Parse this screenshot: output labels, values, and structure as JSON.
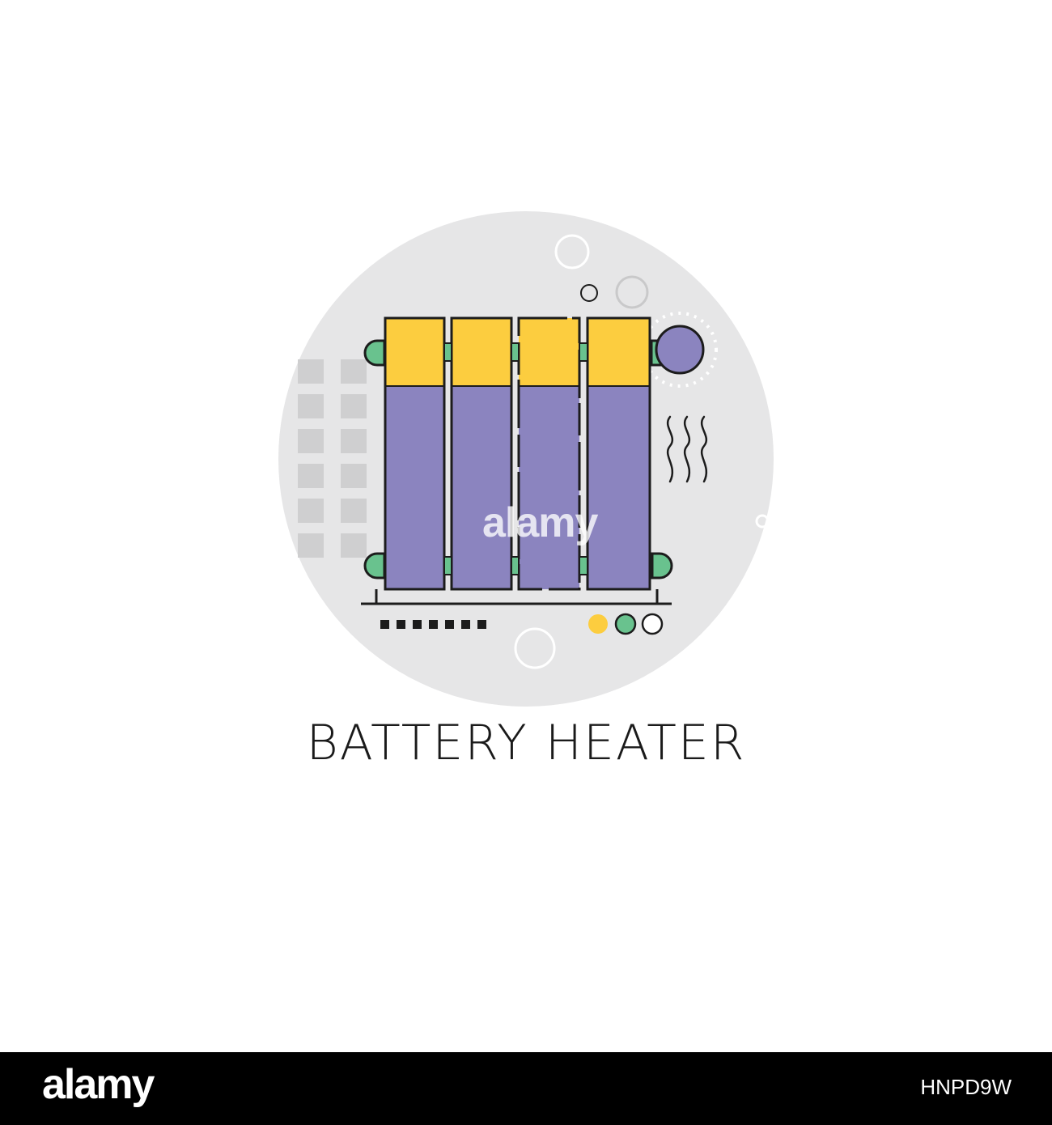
{
  "illustration": {
    "icon": "radiator-heater-icon",
    "colors": {
      "circle_background": "#e6e6e7",
      "section_top": "#fccd3f",
      "section_body": "#8b84bf",
      "valve": "#69c28e",
      "outline": "#1c1c1c",
      "tiles": "#cfcfd0",
      "indicator_yellow": "#fccd3f",
      "indicator_green": "#69c28e"
    }
  },
  "caption": {
    "text": "BATTERY HEATER"
  },
  "watermark": {
    "center_text": "alamy"
  },
  "footer": {
    "logo": "alamy",
    "image_code": "HNPD9W"
  }
}
